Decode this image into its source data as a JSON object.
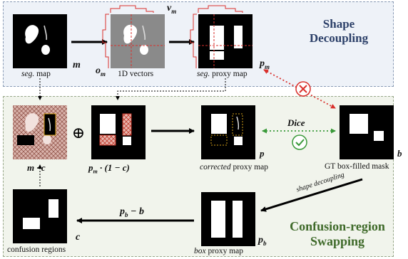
{
  "panels": {
    "top_title": [
      "Shape",
      "Decoupling"
    ],
    "bottom_title": [
      "Confusion-region",
      "Swapping"
    ]
  },
  "captions": {
    "seg_map_italic": "seg.",
    "seg_map_rest": " map",
    "vectors": "1D vectors",
    "proxy_italic": "seg.",
    "proxy_rest": " proxy map",
    "corrected_italic": "corrected",
    "corrected_rest": " proxy map",
    "gt_mask": "GT box-filled mask",
    "confusion": "confusion regions",
    "box_proxy_italic": "box",
    "box_proxy_rest": " proxy map"
  },
  "symbols": {
    "m": "m",
    "vm": "v",
    "vm_sub": "m",
    "om": "o",
    "om_sub": "m",
    "pm": "p",
    "pm_sub": "m",
    "mc": "m · c",
    "pm_1c": "p",
    "pm_1c_rest": "m",
    "pm_1c_tail": " · (1 − c)",
    "p": "p",
    "b": "b",
    "c": "c",
    "pb": "p",
    "pb_sub": "b",
    "pb_minus_b": "p",
    "pb_minus_b_sub": "b",
    "pb_minus_b_tail": " − b",
    "oplus": "⊕"
  },
  "edge_labels": {
    "dice": "Dice",
    "shape_decoupling": "shape decoupling"
  },
  "colors": {
    "blue_title": "#2b3f68",
    "green_title": "#3f6a2a",
    "red_hatch": "#c0392b",
    "dice_green": "#3a9a3a",
    "cross_red": "#d9302c"
  }
}
